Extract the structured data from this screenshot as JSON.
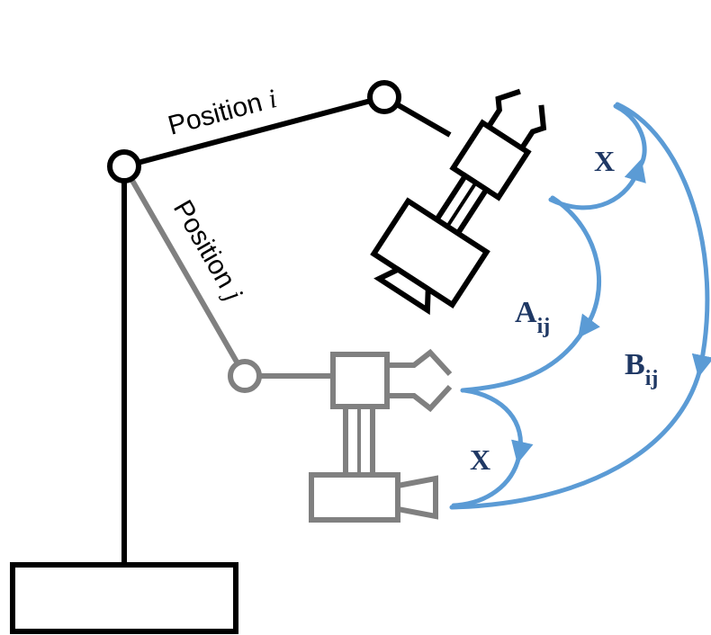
{
  "labels": {
    "position_i_text": "Position ",
    "position_i_var": "i",
    "position_j_text": "Position ",
    "position_j_var": "j",
    "x_top": "X",
    "x_bottom": "X",
    "a_base": "A",
    "a_sub": "ij",
    "b_base": "B",
    "b_sub": "ij"
  },
  "colors": {
    "black": "#000000",
    "gray": "#808080",
    "blue": "#5b9bd5",
    "navy": "#1f3864"
  },
  "icons": {
    "camera": "camera-icon",
    "gripper": "gripper-icon",
    "joint": "joint-circle-icon"
  }
}
